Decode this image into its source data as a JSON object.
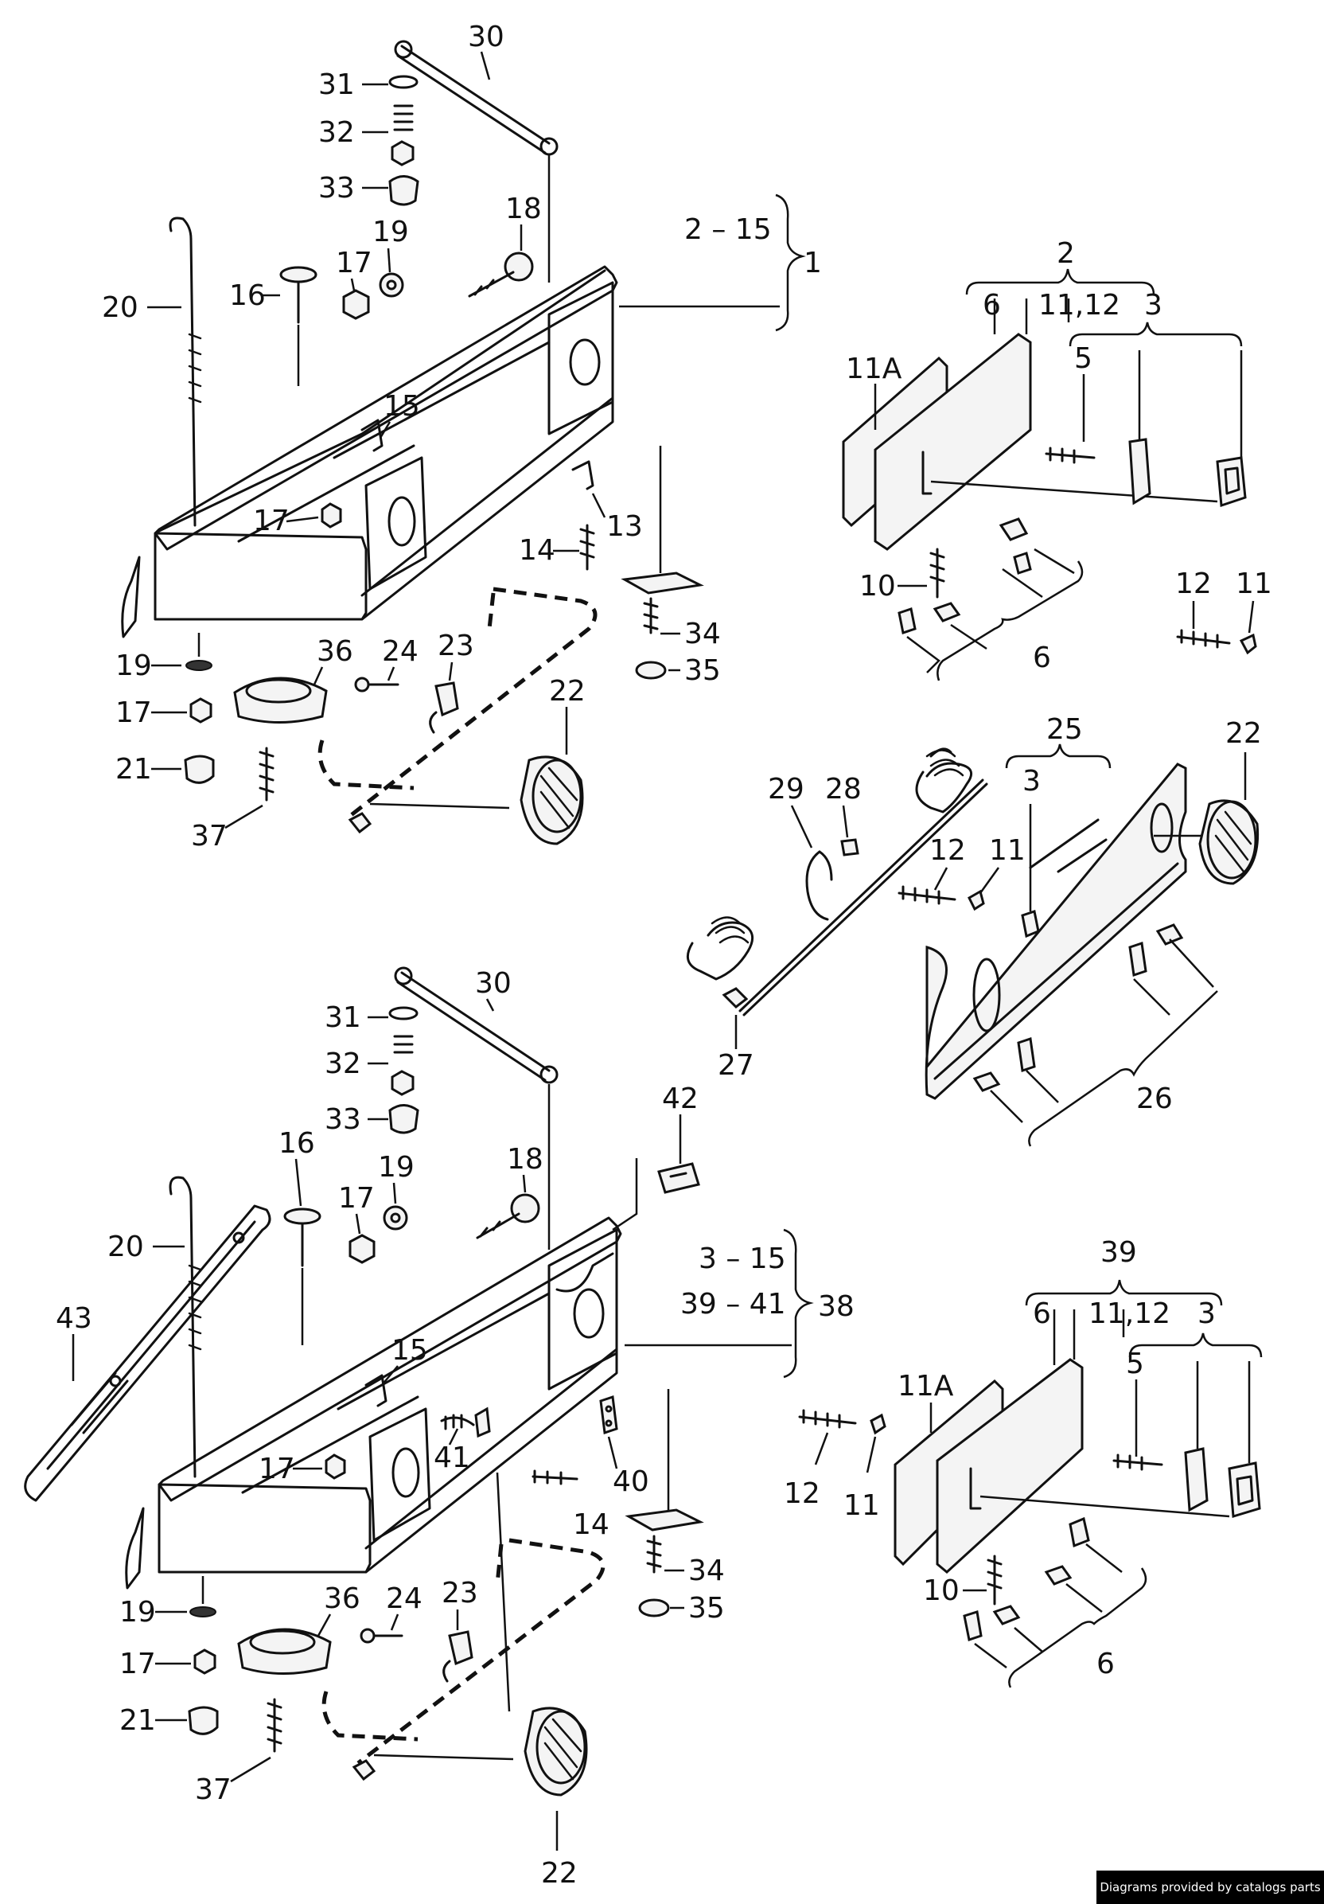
{
  "diagram": {
    "callouts_top": [
      "30",
      "31",
      "32",
      "33",
      "18",
      "19",
      "17",
      "16",
      "20",
      "2 – 15",
      "1",
      "15",
      "17",
      "14",
      "13",
      "34",
      "35",
      "19",
      "36",
      "24",
      "23",
      "22",
      "17",
      "21",
      "37"
    ],
    "callouts_top_right_panel": [
      "2",
      "6",
      "11,12",
      "3",
      "11A",
      "5",
      "10",
      "6",
      "12",
      "11"
    ],
    "callouts_middle": [
      "25",
      "22",
      "3",
      "12",
      "11",
      "29",
      "28",
      "27",
      "26"
    ],
    "callouts_bottom": [
      "30",
      "31",
      "32",
      "33",
      "16",
      "19",
      "18",
      "17",
      "20",
      "42",
      "3 – 15",
      "39 – 41",
      "38",
      "43",
      "15",
      "17",
      "41",
      "40",
      "14",
      "34",
      "35",
      "19",
      "36",
      "24",
      "23",
      "17",
      "21",
      "37",
      "22"
    ],
    "callouts_bottom_right_panel": [
      "39",
      "6",
      "11,12",
      "3",
      "11A",
      "5",
      "12",
      "11",
      "10",
      "6"
    ]
  },
  "credit": "Diagrams provided by catalogs parts"
}
